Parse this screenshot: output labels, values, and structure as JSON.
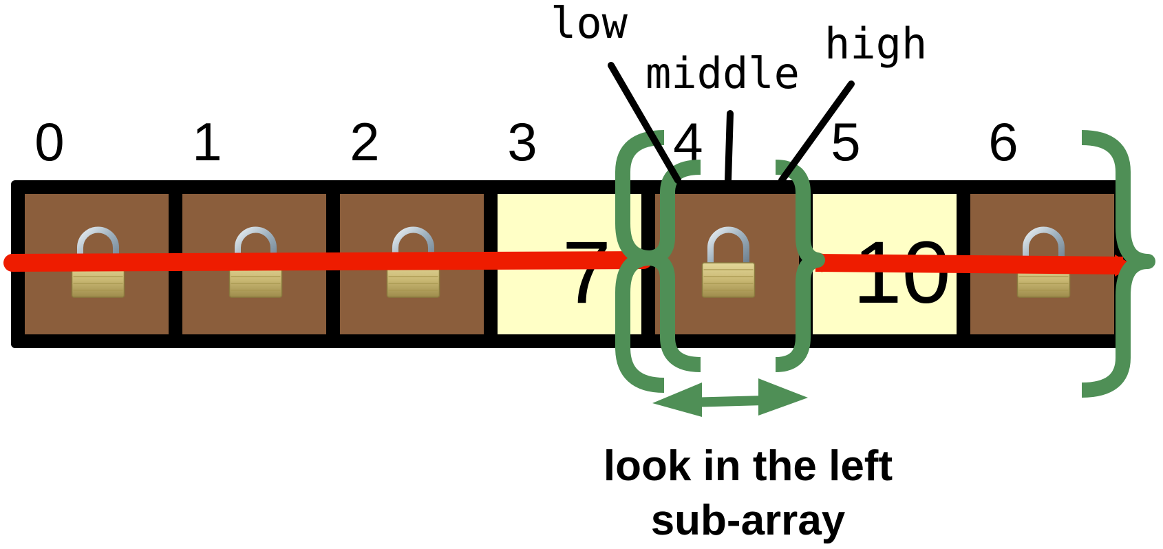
{
  "diagram": {
    "cells": [
      {
        "index": "0",
        "content": "",
        "locked": true
      },
      {
        "index": "1",
        "content": "",
        "locked": true
      },
      {
        "index": "2",
        "content": "",
        "locked": true
      },
      {
        "index": "3",
        "content": "7",
        "locked": false
      },
      {
        "index": "4",
        "content": "",
        "locked": true
      },
      {
        "index": "5",
        "content": "10",
        "locked": false
      },
      {
        "index": "6",
        "content": "",
        "locked": true
      }
    ],
    "pointers": {
      "low": "low",
      "middle": "middle",
      "high": "high"
    },
    "caption_line1": "look in the left",
    "caption_line2": "sub-array",
    "colors": {
      "locked_cell": "#8b5e3c",
      "open_cell": "#ffffc6",
      "cell_border": "#000000",
      "bracket": "#4f8f56",
      "eliminated_line": "#ee1c00",
      "lock_body": "#c9b873",
      "lock_shackle": "#aab6c0"
    },
    "icons": {
      "lock": "padlock-icon",
      "range_arrow": "double-arrow-icon"
    }
  }
}
